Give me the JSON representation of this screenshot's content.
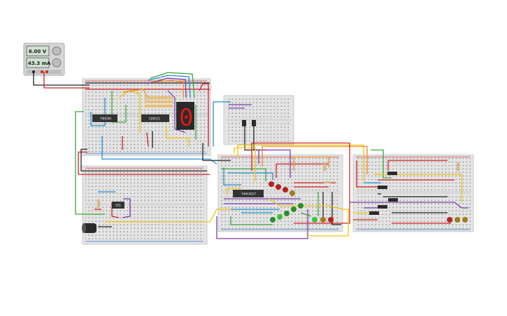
{
  "power_supply": {
    "voltage": "6.00 V",
    "current": "43.3 mA"
  },
  "chips": {
    "chip1": "74HC90",
    "chip2": "CD4511",
    "chip3": "74HC4017",
    "timer": "555"
  },
  "seven_segment_digit": "0",
  "colors": {
    "breadboard": "#e4e4e4",
    "rail_red": "#d9342b",
    "rail_blue": "#2f6fd1",
    "wire_red": "#d32020",
    "wire_black": "#222222",
    "wire_yellow": "#f2c20c",
    "wire_green": "#3aa63a",
    "wire_blue": "#1f8fcf",
    "wire_purple": "#7b3aa8",
    "wire_orange": "#f08a1c",
    "chip": "#333333",
    "segment_on": "#e01818"
  }
}
